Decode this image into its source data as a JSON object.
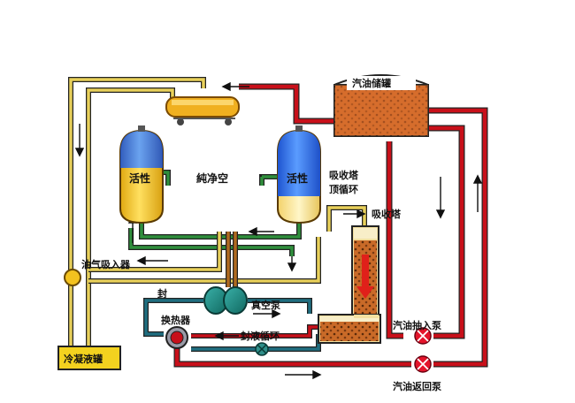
{
  "labels": {
    "gasoline_tank": "汽油储罐",
    "activated_left": "活性",
    "activated_right": "活性",
    "pure_air": "純净空",
    "absorption_top_cycle_line1": "吸收塔",
    "absorption_top_cycle_line2": "顶循环",
    "absorption_tower": "吸收塔",
    "vapor_intake": "油气吸入器",
    "seal": "封",
    "vacuum_pump": "真空泵",
    "heat_exchanger": "换热器",
    "seal_liquid_cycle": "封液循环",
    "gasoline_pump_in": "汽油抽入泵",
    "condensate_tank": "冷凝液罐",
    "gasoline_return_pump": "汽油返回泵"
  },
  "colors": {
    "pipe_red": "#c8101a",
    "pipe_yellow": "#e8d05a",
    "pipe_green": "#2f8f3c",
    "pipe_teal": "#1f6e80",
    "pipe_brown": "#b06a20",
    "gasoline_fill": "#e07030",
    "vessel_yellow": "#f3c21f",
    "vessel_blue": "#2f6fe8",
    "pump_red": "#e4152b"
  }
}
